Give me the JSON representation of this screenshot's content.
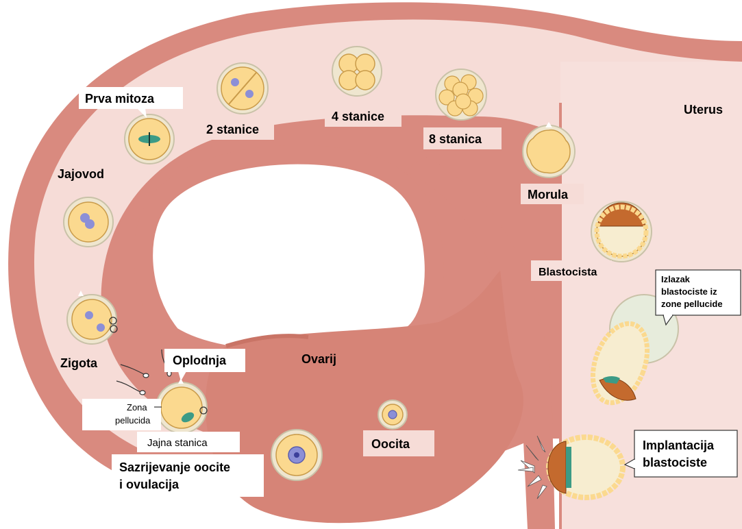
{
  "colors": {
    "uterus_wall": "#d98a7f",
    "uterus_lumen": "#f6dcd7",
    "ovary": "#d68477",
    "cell_fill": "#fbd98f",
    "cell_outline": "#c99b4a",
    "zona": "#efe6cf",
    "nucleus": "#8c8fd6",
    "spindle": "#3c9b86",
    "label_box": "#ffffff"
  },
  "icons": [
    "cell-icon",
    "sperm-icon",
    "spindle-icon",
    "nucleus-icon"
  ],
  "labels": {
    "prva_mitoza": "Prva mitoza",
    "dvije_stanice": "2 stanice",
    "cetiri_stanice": "4 stanice",
    "osam_stanica": "8 stanica",
    "uterus": "Uterus",
    "jajovod": "Jajovod",
    "morula": "Morula",
    "blastocista": "Blastocista",
    "izlazak_line1": "Izlazak",
    "izlazak_line2": "blastociste   iz",
    "izlazak_line3": "zone pellucide",
    "zigota": "Zigota",
    "oplodnja": "Oplodnja",
    "ovarij": "Ovarij",
    "zona_line1": "Zona",
    "zona_line2": "pellucida",
    "jajna_stanica": "Jajna stanica",
    "oocita": "Oocita",
    "sazrijevanje_line1": "Sazrijevanje oocite",
    "sazrijevanje_line2": "i ovulacija",
    "implantacija_line1": "Implantacija",
    "implantacija_line2": "blastociste"
  }
}
